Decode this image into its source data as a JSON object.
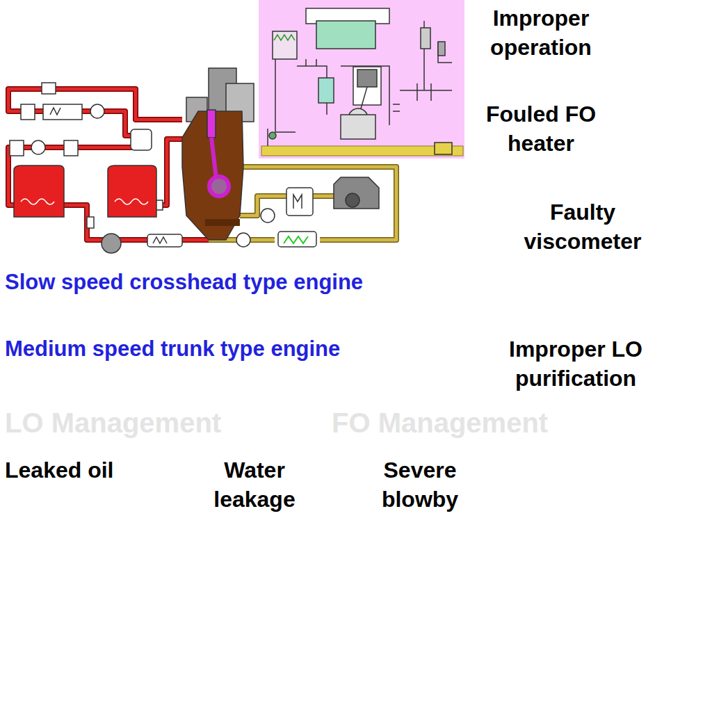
{
  "diagram": {
    "labels": [
      "Improper operation",
      "Fouled FO heater",
      "Faulty viscometer",
      "Slow speed crosshead type engine",
      "Medium speed trunk type engine",
      "Improper LO purification",
      "LO Management",
      "FO Management",
      "Leaked oil",
      "Water leakage",
      "Severe blowby"
    ]
  }
}
